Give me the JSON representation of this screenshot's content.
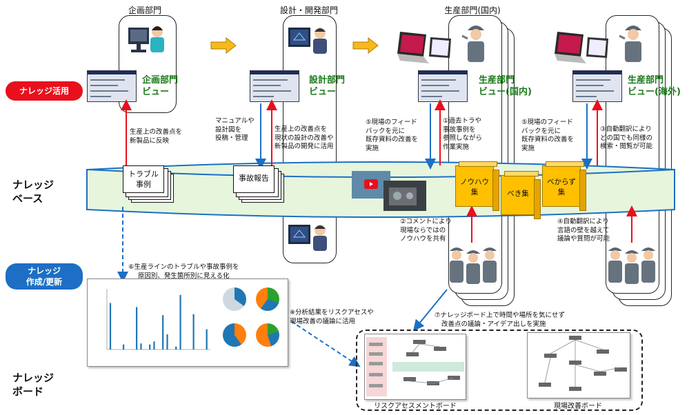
{
  "departments": {
    "planning": {
      "title": "企画部門",
      "view": [
        "企画部門",
        "ビュー"
      ]
    },
    "design": {
      "title": "設計・開発部門",
      "view": [
        "設計部門",
        "ビュー"
      ]
    },
    "domestic": {
      "title": "生産部門(国内)",
      "view": [
        "生産部門",
        "ビュー(国内)"
      ]
    },
    "overseas": {
      "view": [
        "生産部門",
        "ビュー(海外)"
      ]
    }
  },
  "rows": {
    "utilize": "ナレッジ活用",
    "base": [
      "ナレッジ",
      "ベース"
    ],
    "create": [
      "ナレッジ",
      "作成/更新"
    ],
    "board": [
      "ナレッジ",
      "ボード"
    ]
  },
  "notes": {
    "planning_feedback": [
      "生産上の改善点を",
      "新製品に反映"
    ],
    "manual": [
      "マニュアルや",
      "設計図を",
      "投稿・管理"
    ],
    "design_feedback": [
      "生産上の改善点を",
      "現状の設計の改善や",
      "新製品の開発に活用"
    ],
    "field_feedback_1": [
      "⑤現場のフィード",
      "バックを元に",
      "既存資料の改善を",
      "実施"
    ],
    "past_trouble": [
      "①過去トラや",
      "事故事例を",
      "参照しながら",
      "作業実施"
    ],
    "field_feedback_2": [
      "⑤現場のフィード",
      "バックを元に",
      "既存資料の改善を",
      "実施"
    ],
    "auto_translate_3": [
      "③自動翻訳により",
      "どの国でも同様の",
      "検索・閲覧が可能"
    ],
    "comment_2": [
      "②コメントにより",
      "現場ならではの",
      "ノウハウを共有"
    ],
    "auto_translate_4": [
      "④自動翻訳により",
      "言語の壁を越えて",
      "議論や質問が可能"
    ],
    "analysis_6": [
      "⑥生産ラインのトラブルや事故事例を",
      "原因別、発生箇所別に見える化"
    ],
    "risk_note": [
      "※分析結果をリスクアセスや",
      "現場改善の議論に活用"
    ],
    "board_7": [
      "⑦ナレッジボード上で時間や場所を気にせず",
      "改善点の議論・アイデア出しを実施"
    ]
  },
  "knowledge_items": {
    "trouble": [
      "トラブル",
      "事例"
    ],
    "accident": "事故報告",
    "knowhow": [
      "ノウハウ",
      "集"
    ],
    "beki": "べき集",
    "bekarazu": [
      "べからず",
      "集"
    ]
  },
  "boards": {
    "risk": "リスクアセスメントボード",
    "field": "現場改善ボード"
  },
  "colors": {
    "accent_red": "#e8101c",
    "accent_blue": "#1c6fc4",
    "band_fill": "#e6f5dc",
    "view_green": "#1b7a1b",
    "book_yellow": "#ffc000",
    "arrow_orange": "#f7b81c"
  },
  "chart_data": {
    "type": "bar",
    "values": [
      46,
      0,
      0,
      5,
      0,
      0,
      42,
      6,
      0,
      5,
      8,
      0,
      34,
      15,
      0,
      3,
      54,
      0,
      0,
      35,
      0,
      0,
      20
    ],
    "ylim": [
      0,
      60
    ]
  }
}
